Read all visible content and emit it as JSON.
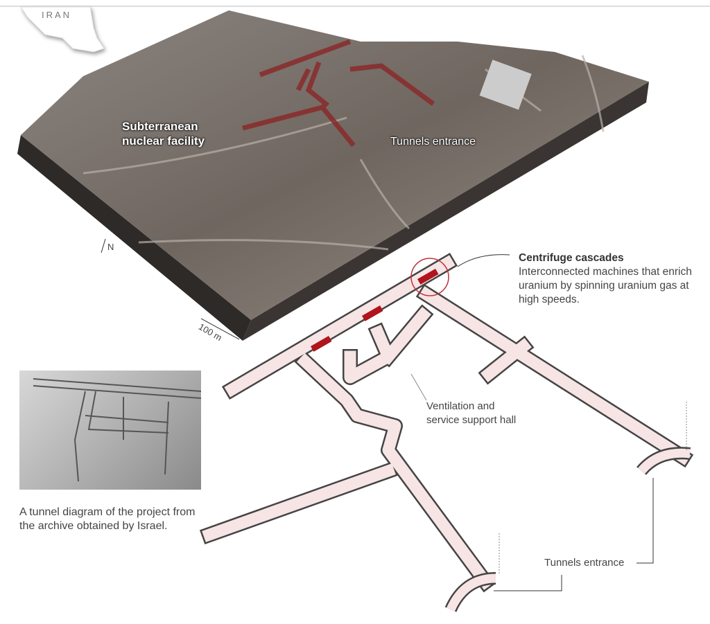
{
  "map_inset": {
    "country": "IRAN"
  },
  "terrain": {
    "facility_label": "Subterranean nuclear facility",
    "entrance_label": "Tunnels entrance",
    "north_label": "N",
    "scale_label": "100 m"
  },
  "diagram": {
    "centrifuge_title": "Centrifuge cascades",
    "centrifuge_desc": "Interconnected machines that enrich uranium by spinning uranium gas at high speeds.",
    "ventilation_label": "Ventilation and service support hall",
    "entrance_label": "Tunnels entrance",
    "highlight_color": "#b0141c",
    "tunnel_color": "#f7e4e4"
  },
  "archive_photo": {
    "caption": "A tunnel diagram of the project from the archive obtained by Israel."
  }
}
